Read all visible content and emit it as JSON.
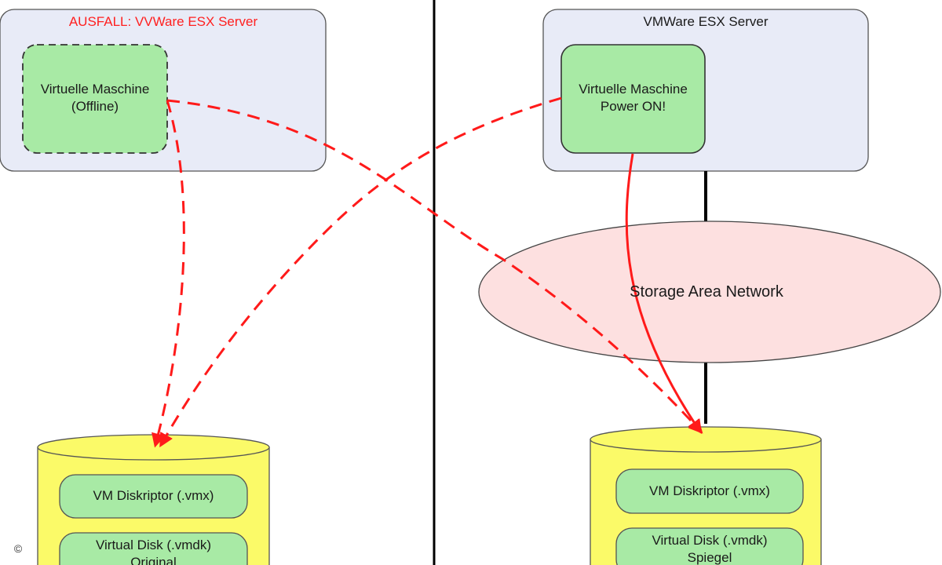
{
  "left_server": {
    "title": "AUSFALL: VVWare ESX Server",
    "vm": {
      "line1": "Virtuelle Maschine",
      "line2": "(Offline)"
    }
  },
  "right_server": {
    "title": "VMWare ESX Server",
    "vm": {
      "line1": "Virtuelle Maschine",
      "line2": "Power ON!"
    }
  },
  "san": {
    "label": "Storage Area Network"
  },
  "left_storage": {
    "descriptor": "VM Diskriptor (.vmx)",
    "disk_line1": "Virtual Disk (.vmdk)",
    "disk_line2": "Original"
  },
  "right_storage": {
    "descriptor": "VM Diskriptor (.vmx)",
    "disk_line1": "Virtual Disk (.vmdk)",
    "disk_line2": "Spiegel"
  },
  "copyright_symbol": "©",
  "colors": {
    "server_fill": "#e8ebf7",
    "vm_fill": "#a8eaa5",
    "storage_fill": "#fbfa68",
    "san_fill": "#fde0e0",
    "arrow": "#ff1a1a",
    "failed_title": "#ff2020"
  }
}
